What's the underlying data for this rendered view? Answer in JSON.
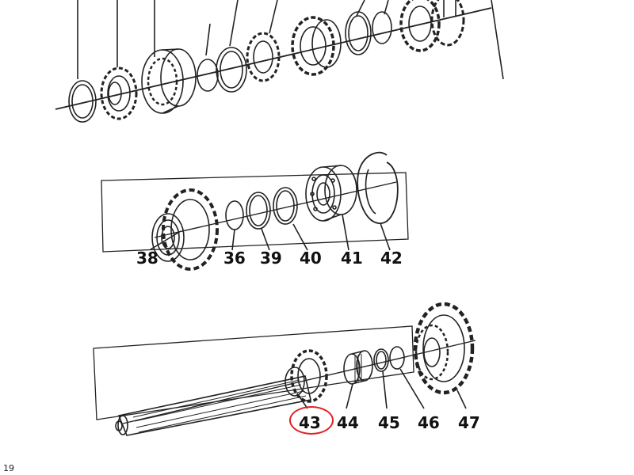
{
  "page_number": "19",
  "highlight_color": "#e02020",
  "middle_callouts": [
    "38",
    "36",
    "39",
    "40",
    "41",
    "42"
  ],
  "bottom_callouts": [
    "43",
    "44",
    "45",
    "46",
    "47"
  ],
  "highlighted_callout": "43"
}
